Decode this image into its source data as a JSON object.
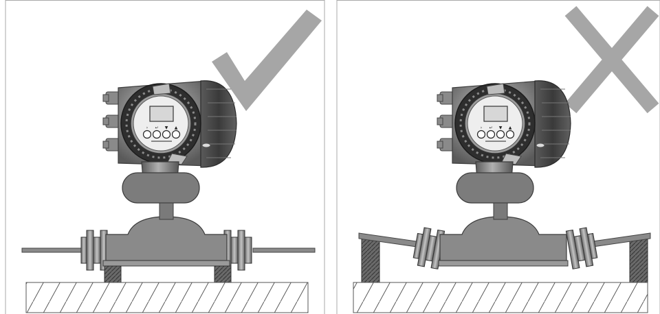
{
  "panels": [
    {
      "id": "correct",
      "mark": "check-mark-icon",
      "mounting": "level",
      "keypad_caption": "Esc"
    },
    {
      "id": "incorrect",
      "mark": "cross-mark-icon",
      "mounting": "misaligned",
      "keypad_caption": "Esc"
    }
  ],
  "colors": {
    "panel_border": "#a8a8a8",
    "mark": "#a6a6a6",
    "housing": "#7f7f7f",
    "housing_dark": "#4d4d4d",
    "housing_light": "#b4b4b4",
    "body": "#8a8a8a",
    "support": "#5f5f5f",
    "ground_line": "#555555"
  }
}
